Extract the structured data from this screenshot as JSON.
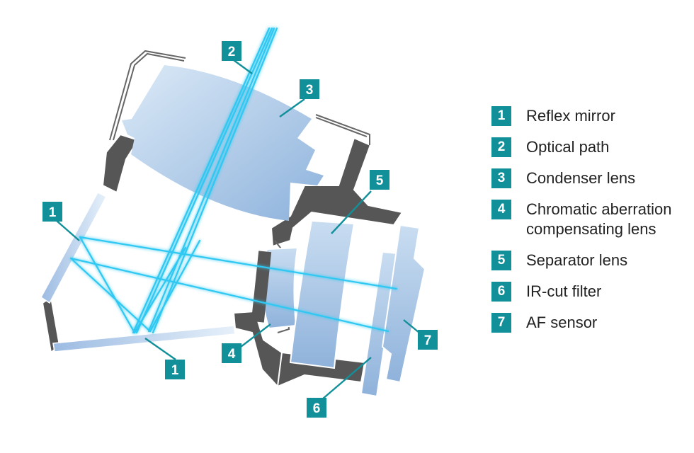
{
  "colors": {
    "teal": "#12909a",
    "housing": "#555555",
    "lens_light": "#d6e6f5",
    "lens_dark": "#8fb4dd",
    "ray": "#2ec8f2"
  },
  "diagram": {
    "callouts": [
      {
        "number": "1",
        "target": "reflex-mirror-upper"
      },
      {
        "number": "1",
        "target": "reflex-mirror-lower"
      },
      {
        "number": "2",
        "target": "optical-path"
      },
      {
        "number": "3",
        "target": "condenser-lens"
      },
      {
        "number": "4",
        "target": "chromatic-aberration-lens"
      },
      {
        "number": "5",
        "target": "separator-lens"
      },
      {
        "number": "6",
        "target": "ir-cut-filter"
      },
      {
        "number": "7",
        "target": "af-sensor"
      }
    ]
  },
  "legend": [
    {
      "number": "1",
      "label": "Reflex mirror"
    },
    {
      "number": "2",
      "label": "Optical path"
    },
    {
      "number": "3",
      "label": "Condenser lens"
    },
    {
      "number": "4",
      "label": "Chromatic aberration compensating lens"
    },
    {
      "number": "5",
      "label": "Separator lens"
    },
    {
      "number": "6",
      "label": "IR-cut filter"
    },
    {
      "number": "7",
      "label": "AF sensor"
    }
  ]
}
